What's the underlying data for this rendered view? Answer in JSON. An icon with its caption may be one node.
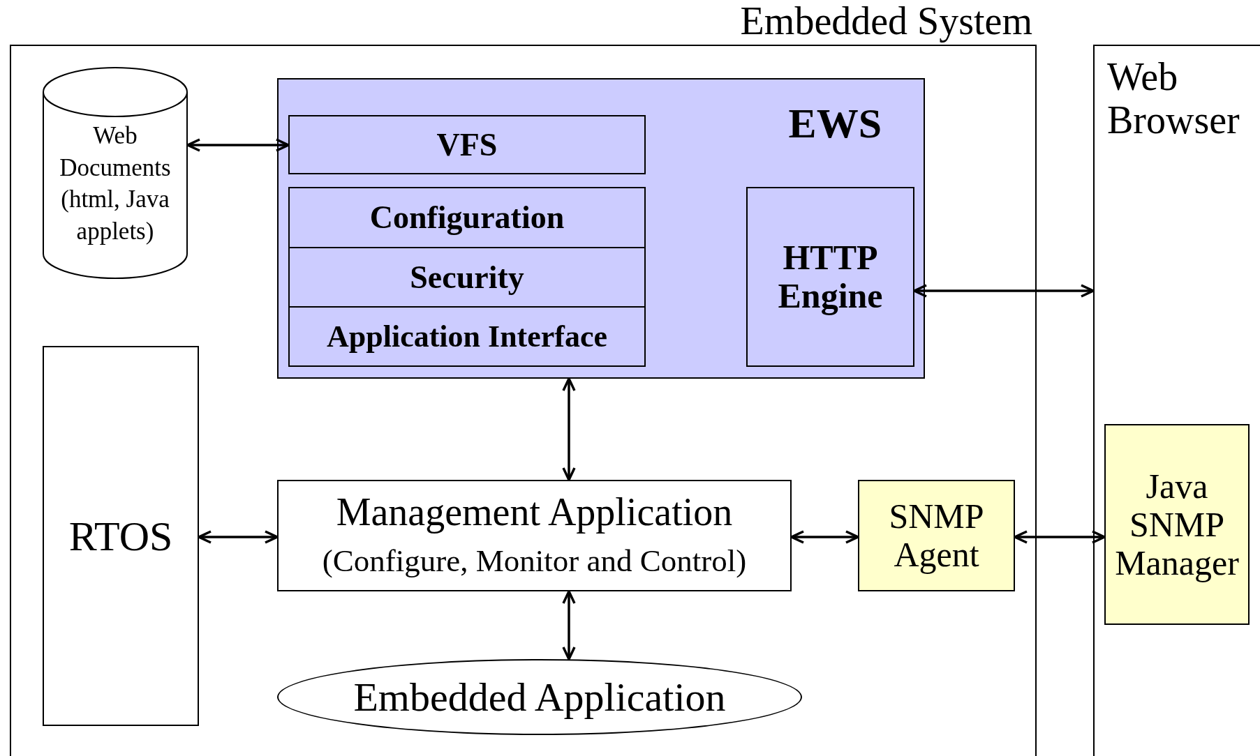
{
  "diagram": {
    "nodes": [
      {
        "text": [
          "Embedded System"
        ]
      },
      {
        "text": [
          "Web Browser"
        ]
      },
      {
        "text": [
          "Web Documents (html, Java applets)"
        ],
        "in": 0
      },
      {
        "text": [
          "EWS"
        ],
        "in": 0
      },
      {
        "text": [
          "VFS"
        ],
        "in": 3
      },
      {
        "text": [
          "Configuration"
        ],
        "in": 3
      },
      {
        "text": [
          "Security"
        ],
        "in": 3
      },
      {
        "text": [
          "Application Interface"
        ],
        "in": 3
      },
      {
        "text": [
          "HTTP Engine"
        ],
        "in": 3
      },
      {
        "text": [
          "RTOS"
        ],
        "in": 0
      },
      {
        "text": [
          "Management Application",
          "(Configure, Monitor and Control)"
        ],
        "in": 0
      },
      {
        "text": [
          "SNMP Agent"
        ],
        "in": 0
      },
      {
        "text": [
          "Java SNMP Manager"
        ],
        "in": 1
      },
      {
        "text": [
          "Embedded Application"
        ],
        "in": 0
      }
    ],
    "edges": [
      {
        "from": 2,
        "to": 4,
        "arrow": "both"
      },
      {
        "from": 8,
        "to": 1,
        "arrow": "both"
      },
      {
        "from": 3,
        "to": 10,
        "arrow": "both"
      },
      {
        "from": 9,
        "to": 10,
        "arrow": "both"
      },
      {
        "from": 10,
        "to": 11,
        "arrow": "both"
      },
      {
        "from": 11,
        "to": 12,
        "arrow": "both"
      },
      {
        "from": 10,
        "to": 13,
        "arrow": "both"
      }
    ]
  }
}
